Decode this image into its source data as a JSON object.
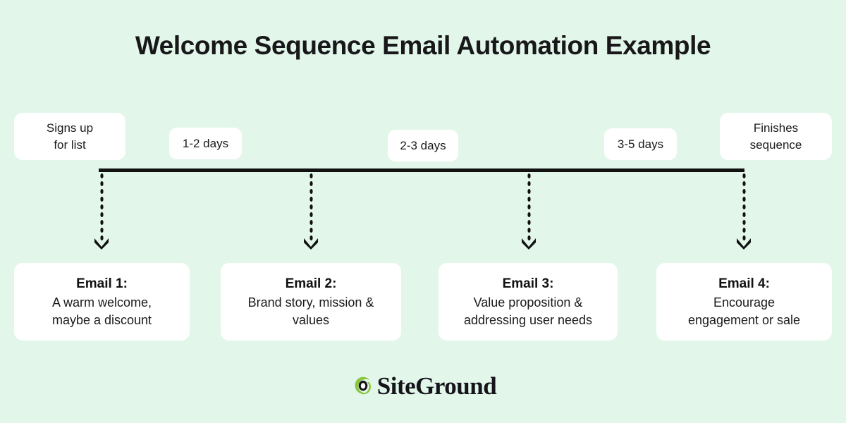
{
  "page": {
    "title": "Welcome Sequence Email Automation Example",
    "background_color": "#e2f6ea",
    "card_color": "#ffffff",
    "line_color": "#111111",
    "brand_green": "#8cc63f"
  },
  "timeline": {
    "start_label": "Signs up\nfor list",
    "start_label_line1": "Signs up",
    "start_label_line2": "for list",
    "end_label_line1": "Finishes",
    "end_label_line2": "sequence",
    "delays": [
      {
        "label": "1-2 days"
      },
      {
        "label": "2-3 days"
      },
      {
        "label": "3-5 days"
      }
    ]
  },
  "emails": [
    {
      "title": "Email 1:",
      "description_line1": "A warm welcome,",
      "description_line2": "maybe a discount"
    },
    {
      "title": "Email 2:",
      "description_line1": "Brand story, mission &",
      "description_line2": "values"
    },
    {
      "title": "Email 3:",
      "description_line1": "Value proposition &",
      "description_line2": "addressing user needs"
    },
    {
      "title": "Email 4:",
      "description_line1": "Encourage",
      "description_line2": "engagement or sale"
    }
  ],
  "footer": {
    "brand_name": "SiteGround",
    "logo_icon": "siteground-spiral-icon"
  }
}
